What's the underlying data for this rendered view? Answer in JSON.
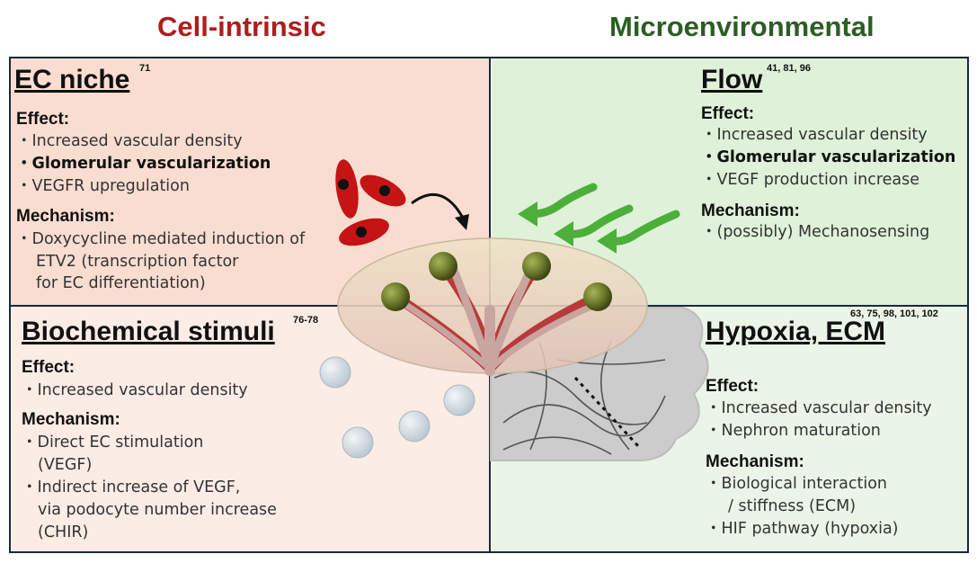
{
  "headers": {
    "left": "Cell-intrinsic",
    "right": "Microenvironmental"
  },
  "ec_niche": {
    "title": "EC niche",
    "refs": "71",
    "effect_label": "Effect:",
    "effects": [
      "・Increased vascular density",
      "・Glomerular vascularization",
      "・VEGFR upregulation"
    ],
    "mechanism_label": "Mechanism:",
    "mechanisms": [
      "・Doxycycline mediated induction of",
      "ETV2 (transcription factor",
      "for EC differentiation)"
    ]
  },
  "flow": {
    "title": "Flow",
    "refs": "41, 81, 96",
    "effect_label": "Effect:",
    "effects": [
      "・Increased vascular density",
      "・Glomerular vascularization",
      "・VEGF production increase"
    ],
    "mechanism_label": "Mechanism:",
    "mechanisms": [
      "・(possibly) Mechanosensing"
    ]
  },
  "biochemical": {
    "title": "Biochemical stimuli",
    "refs": "76-78",
    "effect_label": "Effect:",
    "effects": [
      "・Increased vascular density"
    ],
    "mechanism_label": "Mechanism:",
    "mechanisms": [
      "・Direct EC stimulation",
      "(VEGF)",
      "・Indirect increase of VEGF,",
      "via podocyte number increase",
      "(CHIR)"
    ]
  },
  "hypoxia": {
    "title": "Hypoxia, ECM",
    "refs": "63, 75, 98, 101, 102",
    "effect_label": "Effect:",
    "effects": [
      "・Increased vascular density",
      "・Nephron maturation"
    ],
    "mechanism_label": "Mechanism:",
    "mechanisms": [
      "・Biological interaction",
      "/ stiffness (ECM)",
      "・HIF pathway (hypoxia)"
    ]
  },
  "colors": {
    "cell_intrinsic": "#b01c1c",
    "microenvironmental": "#2b5e22",
    "ec_niche_bg": "#f9ddd1",
    "flow_bg": "#dff1d8",
    "biochemical_bg": "#fbece6",
    "hypoxia_bg": "#eaf5e7",
    "vessel": "#b83a3a",
    "glomerulus": "#6b7a2a",
    "flow_arrow": "#4caf3a",
    "ec_cell": "#c41414"
  },
  "icons": {
    "ec_cells": "endothelial-cell-icon",
    "flow_arrows": "flow-arrow-icon",
    "stimuli": "molecule-sphere-icon",
    "ecm": "ecm-fiber-network-icon",
    "organoid": "kidney-organoid-icon"
  }
}
